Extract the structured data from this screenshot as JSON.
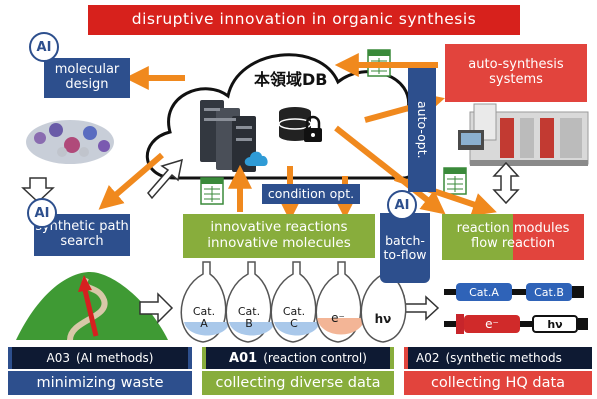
{
  "title": "disruptive innovation in organic synthesis",
  "db_label": "本領域DB",
  "ai_badge": "AI",
  "boxes": {
    "molecular_design": "molecular design",
    "synthetic_path_search": "synthetic path search",
    "auto_synthesis": "auto-synthesis systems",
    "auto_opt": "auto-opt.",
    "condition_opt": "condition opt.",
    "innovative_reactions": "innovative reactions",
    "innovative_molecules": "innovative molecules",
    "batch_to_flow": "batch-to-flow",
    "reaction_modules": "reaction modules",
    "flow_reaction": "flow reaction"
  },
  "flasks": [
    "Cat. A",
    "Cat. B",
    "Cat. C",
    "e⁻",
    "hν"
  ],
  "cartridges": [
    "Cat.A",
    "Cat.B",
    "e⁻",
    "hν"
  ],
  "bars": [
    {
      "top_prefix": "A03",
      "top_text": "(AI methods)",
      "bottom": "minimizing waste"
    },
    {
      "top_prefix": "A01",
      "top_text": "(reaction control)",
      "bottom": "collecting diverse data"
    },
    {
      "top_prefix": "A02",
      "top_text": "(synthetic methods",
      "bottom": "collecting HQ data"
    }
  ],
  "colors": {
    "blue": "#2d4f8d",
    "green": "#88ad3c",
    "red": "#e2443d",
    "orange": "#f0891e",
    "navy": "#0e1a33"
  }
}
